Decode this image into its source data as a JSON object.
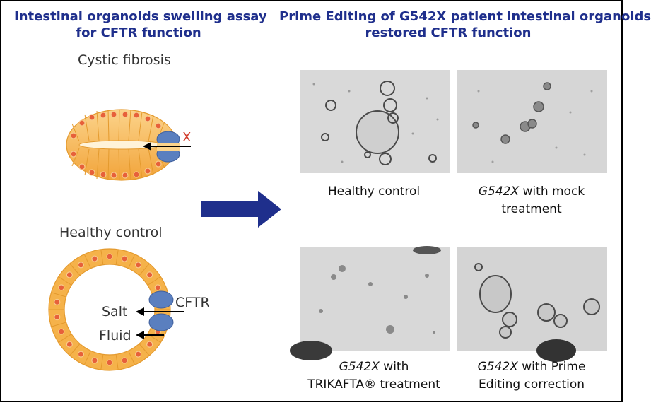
{
  "left_title": {
    "line1": "Intestinal organoids swelling assay",
    "line2": "for CFTR function"
  },
  "right_title": {
    "line1": "Prime Editing of G542X patient intestinal organoids",
    "line2": "restored CFTR function"
  },
  "diagram": {
    "cf_label": "Cystic fibrosis",
    "cf_mark": "X",
    "healthy_label": "Healthy control",
    "cftr_label": "CFTR",
    "salt_label": "Salt",
    "fluid_label": "Fluid"
  },
  "panels": [
    {
      "caption_italic": "",
      "caption_rest": "Healthy control",
      "caption_line2": ""
    },
    {
      "caption_italic": "G542X",
      "caption_rest": " with mock",
      "caption_line2": "treatment"
    },
    {
      "caption_italic": "G542X",
      "caption_rest": " with",
      "caption_line2": "TRIKAFTA® treatment"
    },
    {
      "caption_italic": "G542X",
      "caption_rest": " with Prime",
      "caption_line2": "Editing correction"
    }
  ],
  "colors": {
    "title": "#1f2f8c",
    "arrow": "#1f2f8c",
    "cell": "#f6b64c",
    "nucleus": "#e7603a",
    "channel": "#5a7fbf",
    "micro_bg": "#d9d9d9"
  },
  "icons": {
    "transition_arrow": "right-arrow-icon"
  }
}
